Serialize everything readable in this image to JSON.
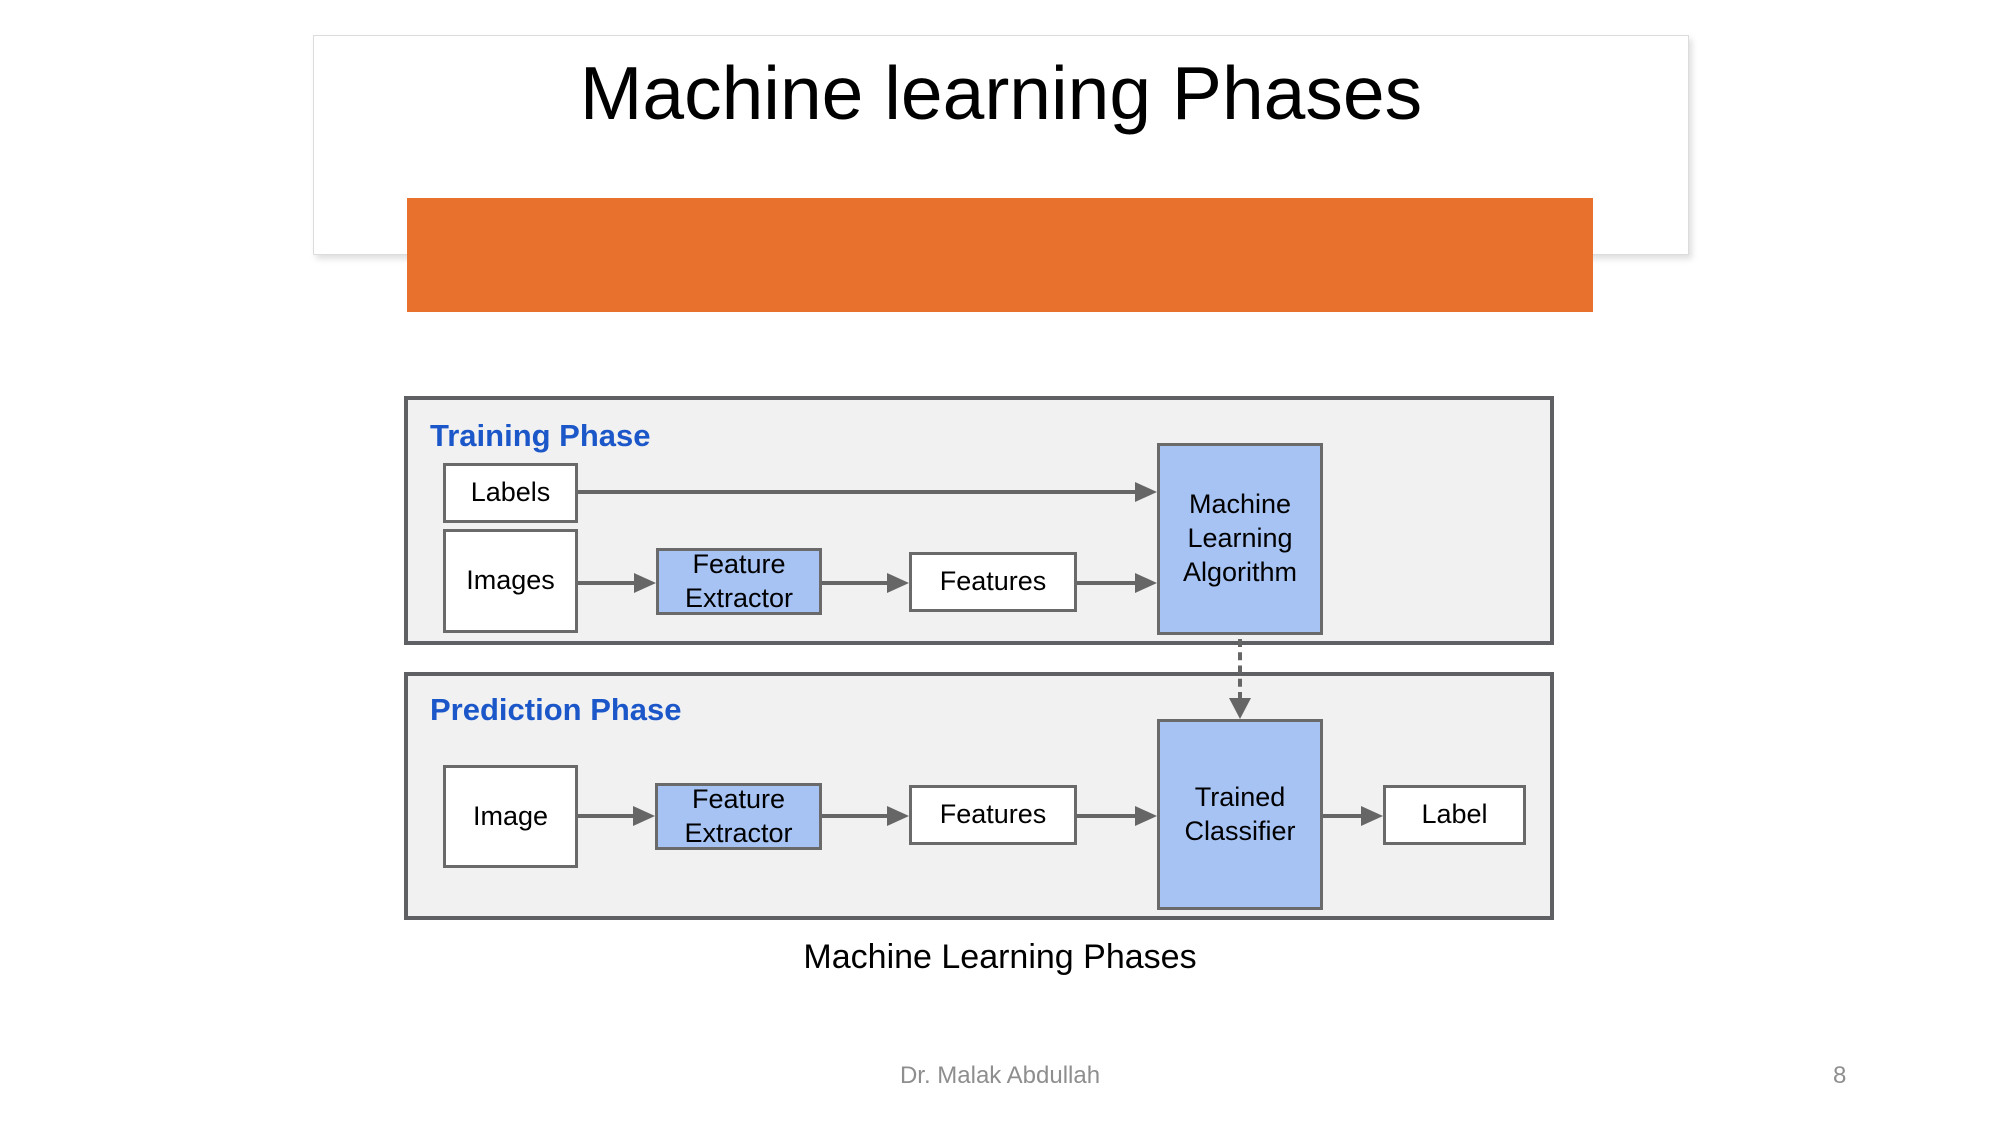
{
  "slide": {
    "title": "Machine learning Phases",
    "footer": {
      "author": "Dr. Malak Abdullah",
      "page_number": "8"
    }
  },
  "colors": {
    "accent_orange": "#E8722D",
    "node_blue_fill": "#A6C3F3",
    "phase_title_blue": "#1B57C8",
    "panel_background": "#F1F1F2",
    "panel_border_gray": "#5F6063",
    "node_border_gray": "#6A6A6A",
    "arrow_gray": "#666666",
    "footer_gray": "#8E8E8E"
  },
  "diagram": {
    "caption": "Machine Learning Phases",
    "training_phase": {
      "title": "Training Phase",
      "labels_box": "Labels",
      "images_box": "Images",
      "feature_extractor_box": "Feature Extractor",
      "features_box": "Features",
      "algorithm_box": "Machine Learning Algorithm"
    },
    "prediction_phase": {
      "title": "Prediction Phase",
      "image_box": "Image",
      "feature_extractor_box": "Feature Extractor",
      "features_box": "Features",
      "classifier_box": "Trained Classifier",
      "label_box": "Label"
    }
  }
}
